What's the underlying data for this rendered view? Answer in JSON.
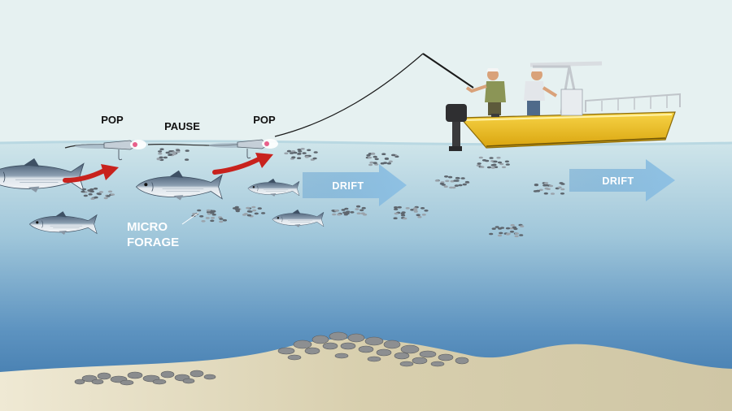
{
  "labels": {
    "pop_left": "POP",
    "pause": "PAUSE",
    "pop_right": "POP",
    "drift_left": "DRIFT",
    "drift_right": "DRIFT",
    "micro_line1": "MICRO",
    "micro_line2": "FORAGE"
  },
  "colors": {
    "sky": "#e6f1f1",
    "water_top": "#c9e1e8",
    "water_bottom": "#3d78ad",
    "sand": "#d7cfb2",
    "boat_hull": "#f2c21c",
    "arrow_red": "#c8221d",
    "drift_arrow": "#7ab0d6"
  }
}
